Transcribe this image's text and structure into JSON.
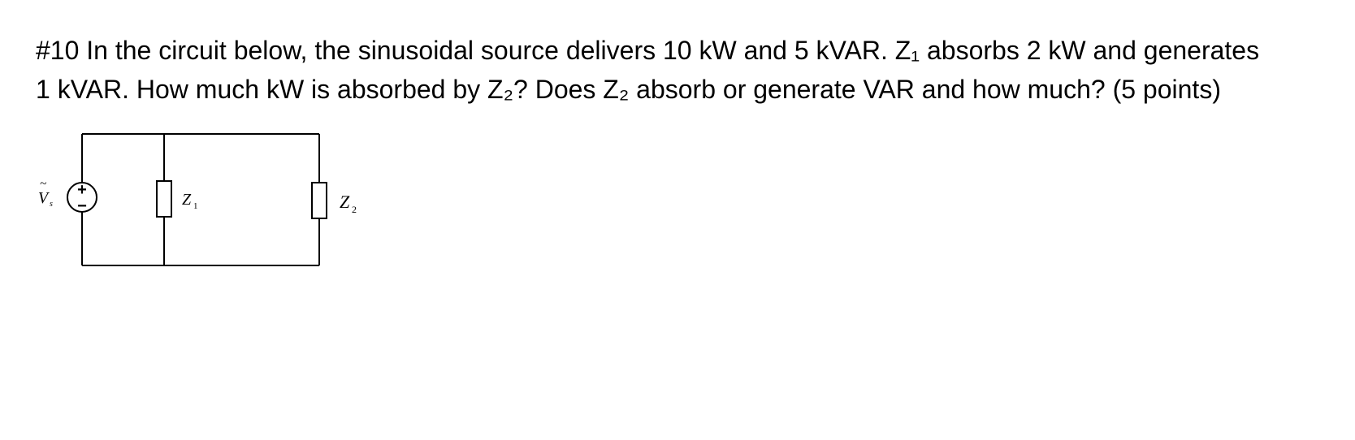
{
  "question": {
    "line1": "#10 In the circuit below, the sinusoidal source delivers 10 kW and 5 kVAR. Z₁ absorbs 2 kW and generates",
    "line2": "1 kVAR. How much kW is absorbed by Z₂? Does Z₂ absorb or generate VAR and how much? (5 points)"
  },
  "circuit": {
    "source_label": "V",
    "source_label_subscript": "s",
    "source_label_accent": "~",
    "source_plus": "+",
    "source_minus": "−",
    "z1_label": "Z",
    "z1_subscript": "1",
    "z2_label": "Z",
    "z2_subscript": "2"
  }
}
